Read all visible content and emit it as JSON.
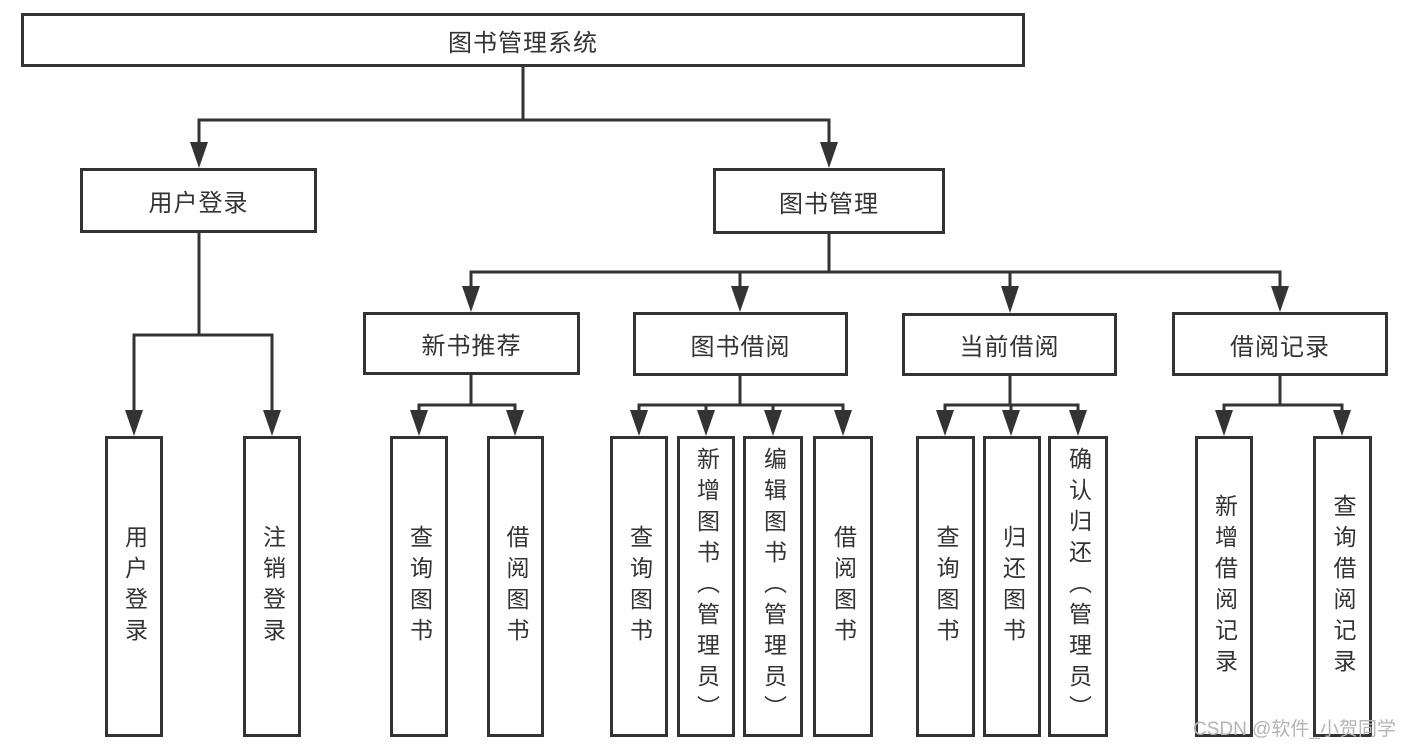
{
  "diagram": {
    "root": {
      "label": "图书管理系统"
    },
    "branches": {
      "user_login": {
        "label": "用户登录"
      },
      "book_management": {
        "label": "图书管理"
      }
    },
    "modules": {
      "new_book_recommend": {
        "label": "新书推荐"
      },
      "book_borrowing": {
        "label": "图书借阅"
      },
      "current_borrowing": {
        "label": "当前借阅"
      },
      "borrowing_records": {
        "label": "借阅记录"
      }
    },
    "leaves": {
      "user_login": [
        "用户登录",
        "注销登录"
      ],
      "new_book_recommend": [
        "查询图书",
        "借阅图书"
      ],
      "book_borrowing": [
        "查询图书",
        "新增图书（管理员）",
        "编辑图书（管理员）",
        "借阅图书"
      ],
      "current_borrowing": [
        "查询图书",
        "归还图书",
        "确认归还（管理员）"
      ],
      "borrowing_records": [
        "新增借阅记录",
        "查询借阅记录"
      ]
    },
    "colors": {
      "line": "#333333",
      "text": "#333333",
      "background": "#ffffff",
      "watermark": "#b4b4b4"
    },
    "watermark": "CSDN @软件_小贺同学"
  }
}
